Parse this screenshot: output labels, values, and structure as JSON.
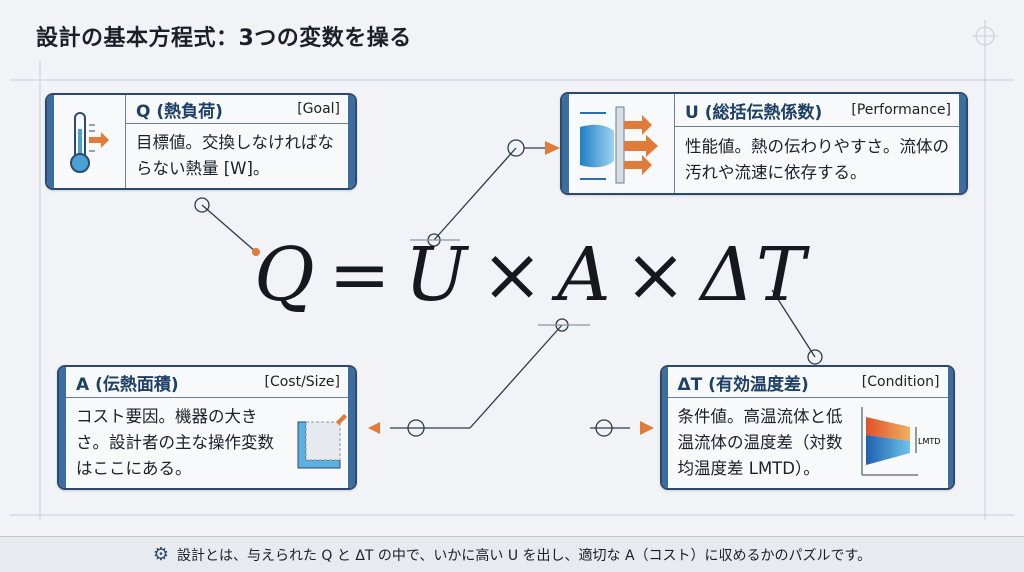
{
  "title": "設計の基本方程式：3つの変数を操る",
  "equation": {
    "q": "Q",
    "eq": "=",
    "u": "U",
    "times1": "×",
    "a": "A",
    "times2": "×",
    "dt": "ΔT"
  },
  "cards": {
    "q": {
      "name": "Q (熱負荷)",
      "tag": "[Goal]",
      "desc": "目標値。交換しなければならない熱量 [W]。",
      "icon": "thermometer-icon"
    },
    "u": {
      "name": "U (総括伝熱係数)",
      "tag": "[Performance]",
      "desc": "性能値。熱の伝わりやすさ。流体の汚れや流速に依存する。",
      "icon": "heat-transfer-wall-icon"
    },
    "a": {
      "name": "A (伝熱面積)",
      "tag": "[Cost/Size]",
      "desc": "コスト要因。機器の大きさ。設計者の主な操作変数はここにある。",
      "icon": "area-ruler-icon"
    },
    "dt": {
      "name": "ΔT (有効温度差)",
      "tag": "[Condition]",
      "desc": "条件値。高温流体と低温流体の温度差（対数均温度差 LMTD）。",
      "icon": "lmtd-chart-icon",
      "chart_label": "LMTD"
    }
  },
  "footer": {
    "icon": "gear-icon",
    "text": "設計とは、与えられた Q と ΔT の中で、いかに高い U を出し、適切な A（コスト）に収めるかのパズルです。"
  },
  "colors": {
    "accent": "#e07b39",
    "navy": "#1e3f66",
    "blue": "#3d6d9e"
  }
}
